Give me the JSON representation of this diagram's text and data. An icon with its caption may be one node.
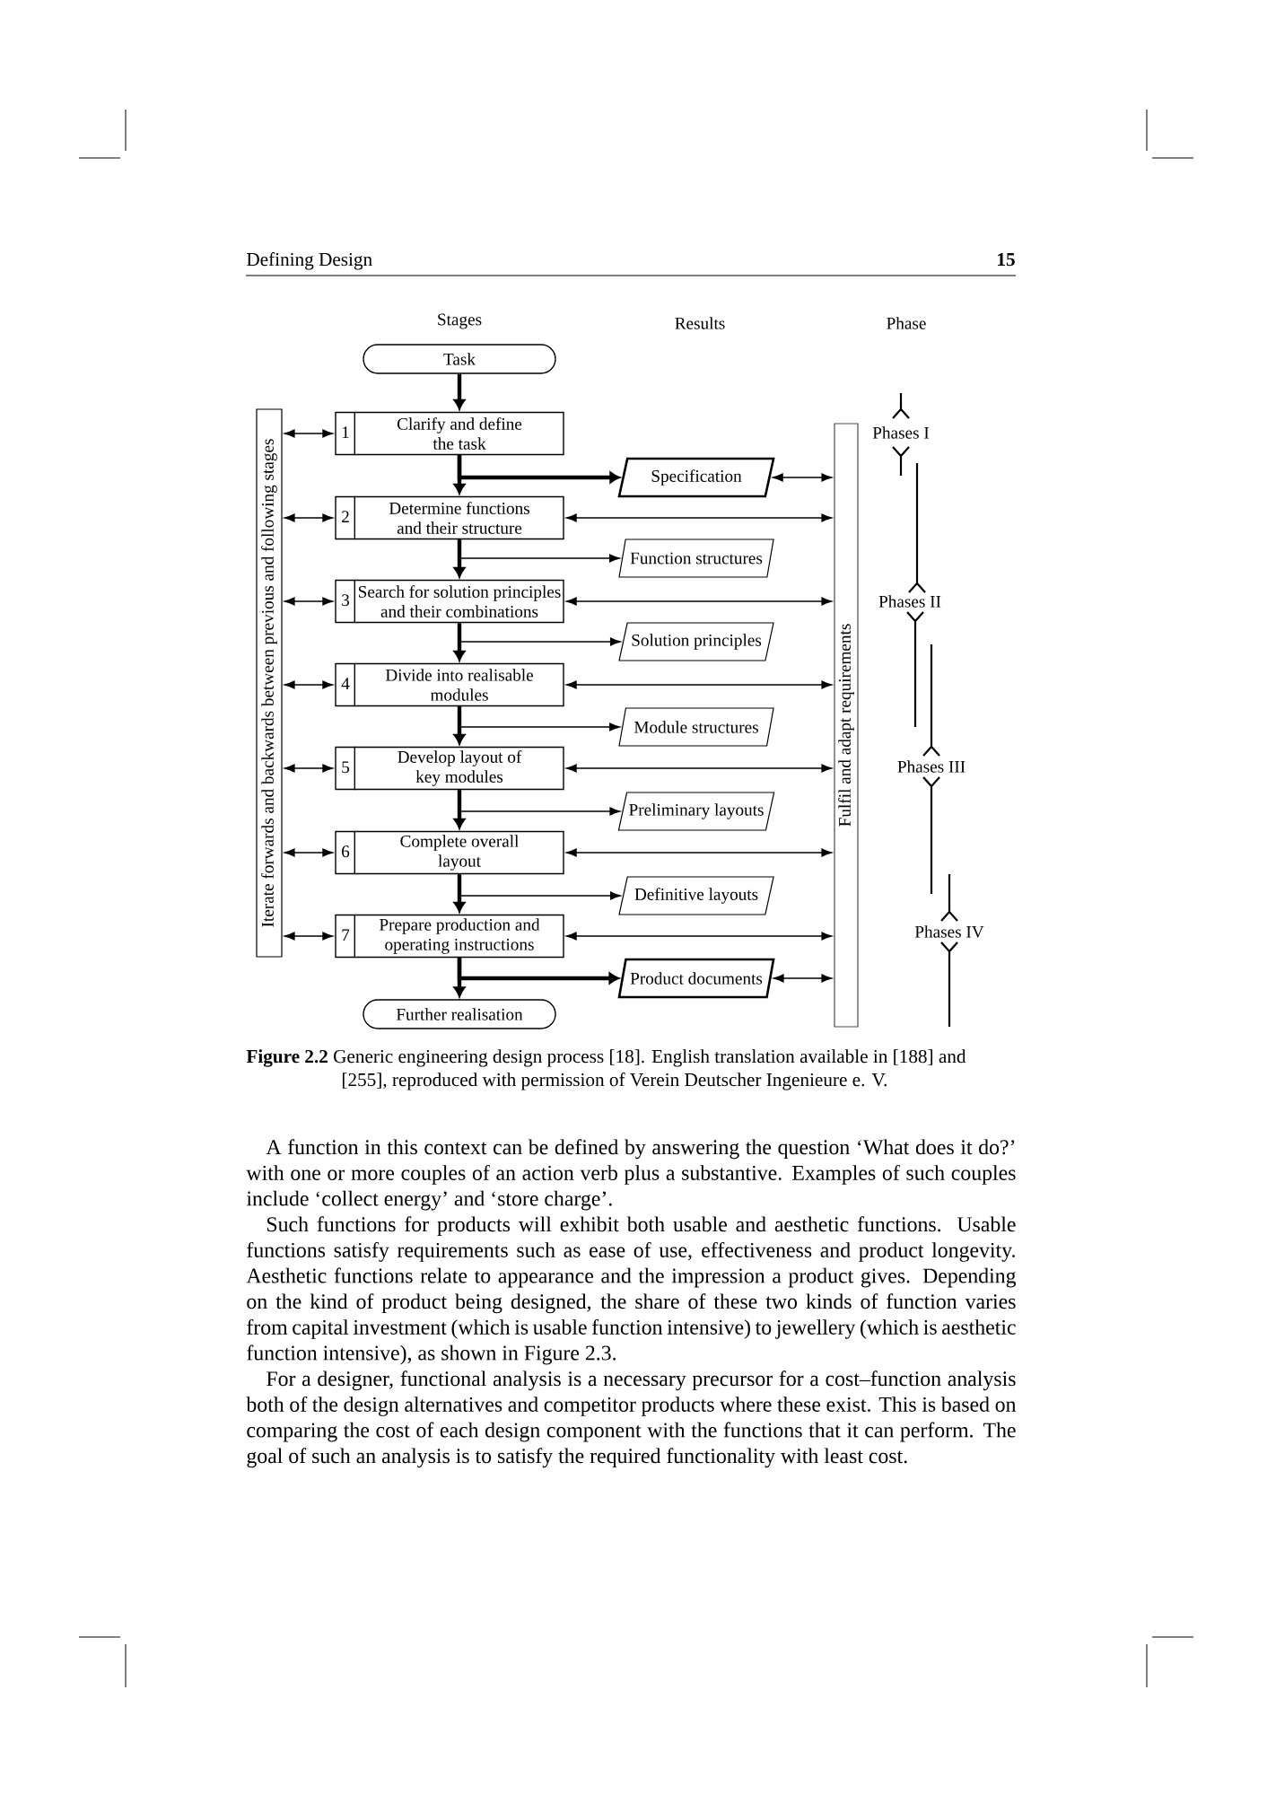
{
  "diagram": {
    "caption": "**Figure 2.2** Generic engineering design process [18]. English translation available in [188] and [255], reproduced with permission of Verein Deutscher Ingenieure e. V.",
    "nodes": [
      {
        "text": [
          "Iterate forwards and backwards between previous and following stages"
        ]
      },
      {
        "text": [
          "Task"
        ]
      },
      {
        "text": [
          "1",
          "Clarify and define the task"
        ]
      },
      {
        "text": [
          "2",
          "Determine functions and their structure"
        ]
      },
      {
        "text": [
          "3",
          "Search for solution principles and their combinations"
        ]
      },
      {
        "text": [
          "4",
          "Divide into realisable modules"
        ]
      },
      {
        "text": [
          "5",
          "Develop layout of key modules"
        ]
      },
      {
        "text": [
          "6",
          "Complete overall layout"
        ]
      },
      {
        "text": [
          "7",
          "Prepare production and operating instructions"
        ]
      },
      {
        "text": [
          "Further realisation"
        ]
      },
      {
        "text": [
          "Specification"
        ]
      },
      {
        "text": [
          "Function structures"
        ]
      },
      {
        "text": [
          "Solution principles"
        ]
      },
      {
        "text": [
          "Module structures"
        ]
      },
      {
        "text": [
          "Preliminary layouts"
        ]
      },
      {
        "text": [
          "Definitive layouts"
        ]
      },
      {
        "text": [
          "Product documents"
        ]
      },
      {
        "text": [
          "Fulfil and adapt requirements"
        ]
      }
    ],
    "edges": [
      {
        "from": 1,
        "to": 2,
        "arrow": "to",
        "style": "thick"
      },
      {
        "from": 2,
        "to": 3,
        "arrow": "to",
        "style": "thick"
      },
      {
        "from": 3,
        "to": 4,
        "arrow": "to",
        "style": "thick"
      },
      {
        "from": 4,
        "to": 5,
        "arrow": "to",
        "style": "thick"
      },
      {
        "from": 5,
        "to": 6,
        "arrow": "to",
        "style": "thick"
      },
      {
        "from": 6,
        "to": 7,
        "arrow": "to",
        "style": "thick"
      },
      {
        "from": 7,
        "to": 8,
        "arrow": "to",
        "style": "thick"
      },
      {
        "from": 8,
        "to": 9,
        "arrow": "to",
        "style": "thick"
      },
      {
        "from": 2,
        "to": 10,
        "arrow": "to",
        "style": "thick"
      },
      {
        "from": 3,
        "to": 11,
        "arrow": "to"
      },
      {
        "from": 4,
        "to": 12,
        "arrow": "to"
      },
      {
        "from": 5,
        "to": 13,
        "arrow": "to"
      },
      {
        "from": 6,
        "to": 14,
        "arrow": "to"
      },
      {
        "from": 7,
        "to": 15,
        "arrow": "to"
      },
      {
        "from": 8,
        "to": 16,
        "arrow": "to",
        "style": "thick"
      },
      {
        "from": 0,
        "to": 2,
        "arrow": "both"
      },
      {
        "from": 0,
        "to": 3,
        "arrow": "both"
      },
      {
        "from": 0,
        "to": 4,
        "arrow": "both"
      },
      {
        "from": 0,
        "to": 5,
        "arrow": "both"
      },
      {
        "from": 0,
        "to": 6,
        "arrow": "both"
      },
      {
        "from": 0,
        "to": 7,
        "arrow": "both"
      },
      {
        "from": 0,
        "to": 8,
        "arrow": "both"
      },
      {
        "from": 3,
        "to": 17,
        "arrow": "both"
      },
      {
        "from": 4,
        "to": 17,
        "arrow": "both"
      },
      {
        "from": 5,
        "to": 17,
        "arrow": "both"
      },
      {
        "from": 6,
        "to": 17,
        "arrow": "both"
      },
      {
        "from": 7,
        "to": 17,
        "arrow": "both"
      },
      {
        "from": 8,
        "to": 17,
        "arrow": "both"
      },
      {
        "from": 10,
        "to": 17,
        "arrow": "both"
      },
      {
        "from": 16,
        "to": 17,
        "arrow": "both"
      }
    ],
    "labels": [
      "Defining Design",
      "15",
      "Stages",
      "Results",
      "Phase",
      "Phases I",
      "Phases II",
      "Phases III",
      "Phases IV",
      "A function in this context can be defined by answering the question ‘What does it do?’ with one or more couples of an action verb plus a substantive. Examples of such couples include ‘collect energy’ and ‘store charge’.",
      "Such functions for products will exhibit both usable and aesthetic functions. Usable functions satisfy requirements such as ease of use, effectiveness and product longevity. Aesthetic functions relate to appearance and the impression a product gives. Depending on the kind of product being designed, the share of these two kinds of function varies from capital investment (which is usable function intensive) to jewellery (which is aesthetic function intensive), as shown in Figure 2.3.",
      "For a designer, functional analysis is a necessary precursor for a cost–function analysis both of the design alternatives and competitor products where these exist. This is based on comparing the cost of each design component with the functions that it can perform. The goal of such an analysis is to satisfy the required functionality with least cost."
    ]
  }
}
